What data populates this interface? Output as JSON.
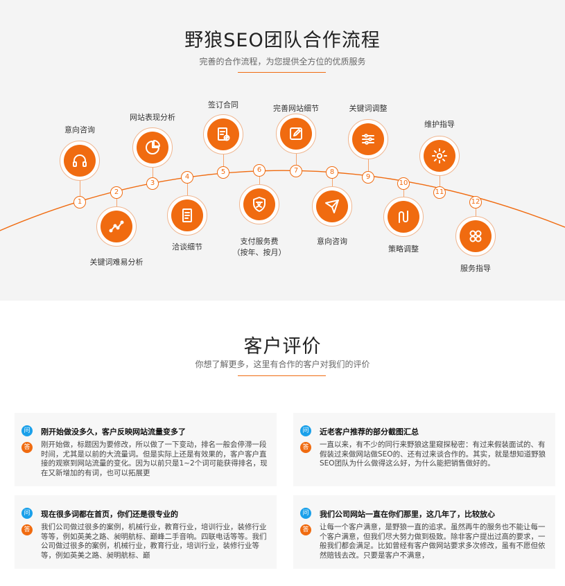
{
  "process": {
    "title": "野狼SEO团队合作流程",
    "subtitle": "完善的合作流程，为您提供全方位的优质服务",
    "steps": [
      {
        "num": "1",
        "label": "意向咨询",
        "icon": "headset-icon"
      },
      {
        "num": "2",
        "label": "关键词难易分析",
        "icon": "trend-icon"
      },
      {
        "num": "3",
        "label": "网站表现分析",
        "icon": "pie-chart-icon"
      },
      {
        "num": "4",
        "label": "洽谈细节",
        "icon": "document-icon"
      },
      {
        "num": "5",
        "label": "签订合同",
        "icon": "contract-icon"
      },
      {
        "num": "6",
        "label": "支付服务费",
        "label2": "（按年、按月）",
        "icon": "payment-icon"
      },
      {
        "num": "7",
        "label": "完善网站细节",
        "icon": "edit-icon"
      },
      {
        "num": "8",
        "label": "意向咨询",
        "icon": "send-icon"
      },
      {
        "num": "9",
        "label": "关键词调整",
        "icon": "sliders-icon"
      },
      {
        "num": "10",
        "label": "策略调整",
        "icon": "strategy-icon"
      },
      {
        "num": "11",
        "label": "维护指导",
        "icon": "gear-icon"
      },
      {
        "num": "12",
        "label": "服务指导",
        "icon": "grid-icon"
      }
    ]
  },
  "reviews": {
    "title": "客户评价",
    "subtitle": "你想了解更多，这里有合作的客户对我们的评价",
    "q_badge": "问",
    "a_badge": "答",
    "items": [
      {
        "question": "刚开始做没多久，客户反映网站流量变多了",
        "answer": "刚开始做，标题因为要修改，所以做了一下变动，排名一般会停滞一段时间，尤其是以前的大流量词。但是实际上还是有效果的，客户客户直接的观察到网站流量的变化。因为以前只是1~2个词可能获得排名，现在又新增加的有词，也可以拓展更"
      },
      {
        "question": "近老客户推荐的部分截图汇总",
        "answer": "一直以来，有不少的同行来野狼这里窥探秘密：有过来假装面试的、有假装过来做网站做SEO的、还有过来谈合作的。其实，就是想知道野狼SEO团队为什么做得这么好，为什么能把销售做好的。"
      },
      {
        "question": "现在很多词都在首页，你们还是很专业的",
        "answer": "我们公司做过很多的案例，机械行业，教育行业，培训行业，装修行业等等，例如英美之路、昶明航标、巅峰二手音响。四联电话等等。我们公司做过很多的案例，机械行业，教育行业，培训行业，装修行业等等，例如英美之路、昶明航标、巅"
      },
      {
        "question": "我们公司网站一直在你们那里，这几年了，比较放心",
        "answer": "让每一个客户满意，是野狼一直的追求。虽然再牛的服务也不能让每一个客户满意，但我们尽大努力做到极致。除非客户提出过高的要求，一般我们都会满足。比如曾经有客户做网站要求多次修改，虽有不愿但依然赔钱去改。只要是客户不满意，"
      }
    ]
  },
  "colors": {
    "accent": "#f06b10",
    "q_badge": "#1aa0ea",
    "bg_band": "#f4f4f4"
  }
}
